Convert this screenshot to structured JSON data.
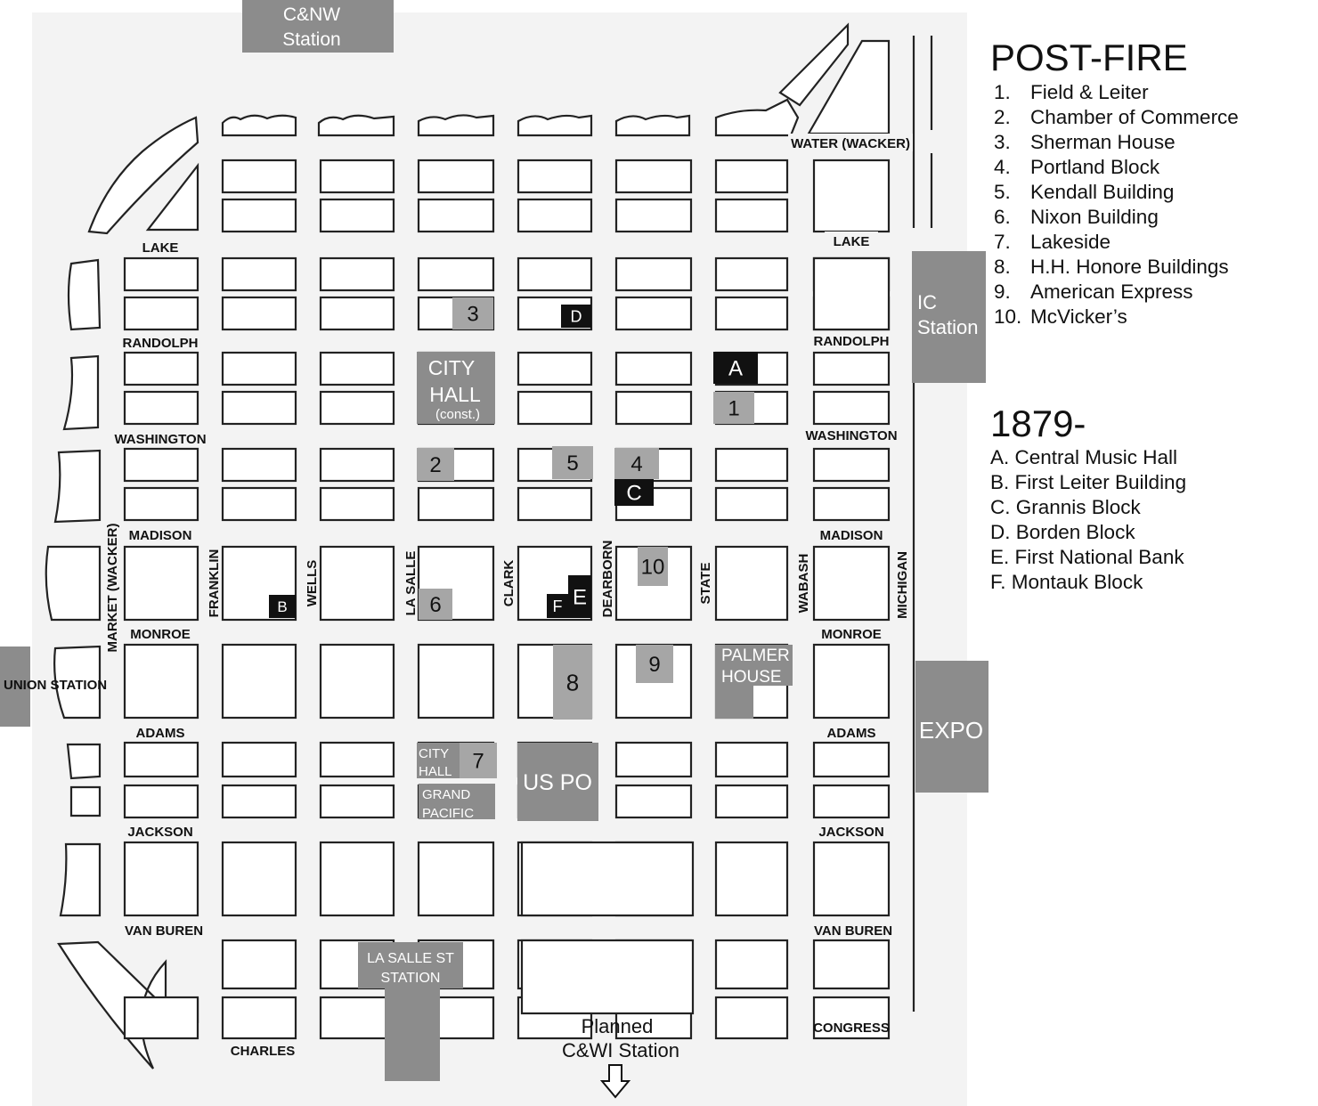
{
  "colors": {
    "gray": "#8c8c8c",
    "light_gray": "#a6a6a6",
    "dark": "#111111",
    "paper": "#f3f3f3"
  },
  "streets": {
    "water": "WATER (WACKER)",
    "lake": "LAKE",
    "lake_east": "LAKE",
    "randolph": "RANDOLPH",
    "randolph_east": "RANDOLPH",
    "washington": "WASHINGTON",
    "washington_east": "WASHINGTON",
    "madison": "MADISON",
    "madison_east": "MADISON",
    "monroe": "MONROE",
    "monroe_east": "MONROE",
    "adams": "ADAMS",
    "adams_east": "ADAMS",
    "jackson": "JACKSON",
    "jackson_east": "JACKSON",
    "van_buren": "VAN BUREN",
    "van_buren_east": "VAN BUREN",
    "congress": "CONGRESS",
    "charles": "CHARLES",
    "market": "MARKET (WACKER)",
    "franklin": "FRANKLIN",
    "wells": "WELLS",
    "la_salle": "LA SALLE",
    "clark": "CLARK",
    "dearborn": "DEARBORN",
    "state": "STATE",
    "wabash": "WABASH",
    "michigan": "MICHIGAN"
  },
  "stations": {
    "cnw_1": "C&NW",
    "cnw_2": "Station",
    "ic_1": "IC",
    "ic_2": "Station",
    "union": "UNION STATION",
    "expo": "EXPO",
    "lasalle_1": "LA SALLE ST",
    "lasalle_2": "STATION",
    "planned_1": "Planned",
    "planned_2": "C&WI Station"
  },
  "buildings": {
    "city_hall_1": "CITY",
    "city_hall_2": "HALL",
    "city_hall_3": "(const.)",
    "old_city_hall_1": "CITY",
    "old_city_hall_2": "HALL",
    "grand_pacific_1": "GRAND",
    "grand_pacific_2": "PACIFIC",
    "us_po": "US PO",
    "palmer_1": "PALMER",
    "palmer_2": "HOUSE"
  },
  "markers": {
    "m1": "1",
    "m2": "2",
    "m3": "3",
    "m4": "4",
    "m5": "5",
    "m6": "6",
    "m7": "7",
    "m8": "8",
    "m9": "9",
    "m10": "10",
    "mA": "A",
    "mB": "B",
    "mC": "C",
    "mD": "D",
    "mE": "E",
    "mF": "F"
  },
  "legend_postfire": {
    "title": "POST-FIRE",
    "items": [
      {
        "num": "1.",
        "name": "Field & Leiter"
      },
      {
        "num": "2.",
        "name": "Chamber of Commerce"
      },
      {
        "num": "3.",
        "name": "Sherman House"
      },
      {
        "num": "4.",
        "name": "Portland Block"
      },
      {
        "num": "5.",
        "name": "Kendall Building"
      },
      {
        "num": "6.",
        "name": "Nixon Building"
      },
      {
        "num": "7.",
        "name": "Lakeside"
      },
      {
        "num": "8.",
        "name": "H.H. Honore Buildings"
      },
      {
        "num": "9.",
        "name": "American Express"
      },
      {
        "num": "10.",
        "name": "McVicker’s"
      }
    ]
  },
  "legend_1879": {
    "title": "1879-",
    "items": [
      "A. Central Music Hall",
      "B. First Leiter Building",
      "C. Grannis Block",
      "D. Borden Block",
      "E. First National Bank",
      "F. Montauk Block"
    ]
  }
}
